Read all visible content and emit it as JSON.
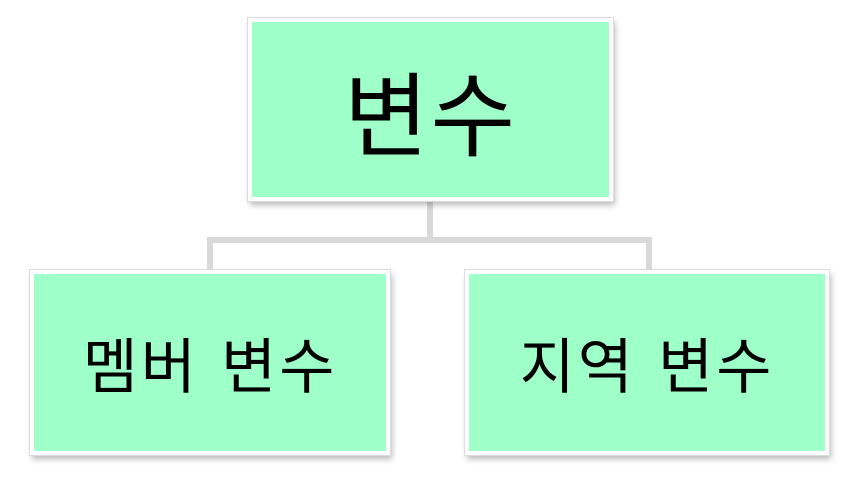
{
  "diagram": {
    "root": {
      "label": "변수"
    },
    "children": [
      {
        "label": "멤버 변수"
      },
      {
        "label": "지역 변수"
      }
    ]
  },
  "colors": {
    "node_fill": "#9effc9",
    "connector": "#e0e0e0"
  }
}
